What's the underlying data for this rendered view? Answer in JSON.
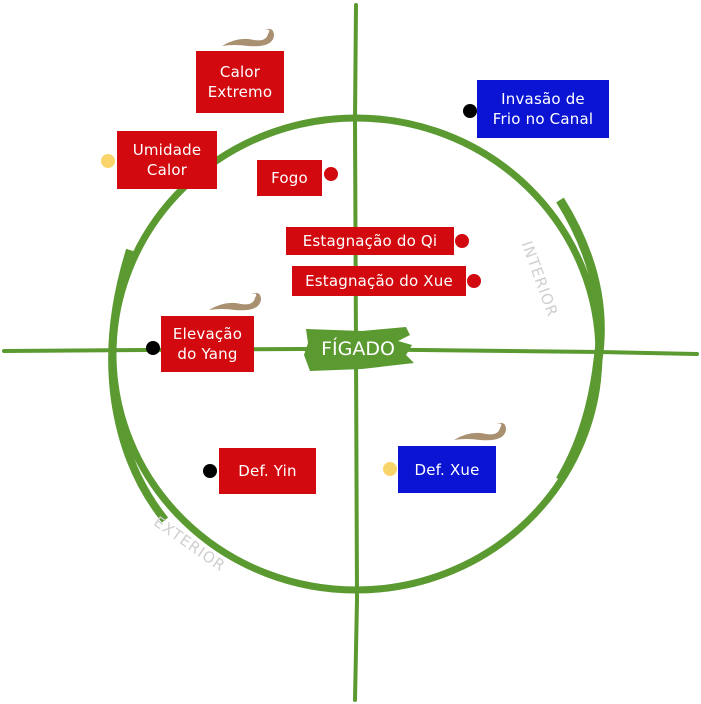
{
  "center": {
    "label": "FÍGADO",
    "color": "#5a9a30"
  },
  "axes": {
    "interior_label": "INTERIOR",
    "exterior_label": "EXTERIOR",
    "line_color": "#5a9a30",
    "label_color": "#cfcfcf"
  },
  "nodes": [
    {
      "id": "calor-extremo",
      "lines": [
        "Calor",
        "Extremo"
      ],
      "color": "red",
      "dot": "none",
      "wind_icon": true
    },
    {
      "id": "umidade-calor",
      "lines": [
        "Umidade",
        "Calor"
      ],
      "color": "red",
      "dot": "yellow",
      "wind_icon": false
    },
    {
      "id": "fogo",
      "lines": [
        "Fogo"
      ],
      "color": "red",
      "dot": "red",
      "wind_icon": false
    },
    {
      "id": "invasao-frio",
      "lines": [
        "Invasão de",
        "Frio no Canal"
      ],
      "color": "blue",
      "dot": "black",
      "wind_icon": false
    },
    {
      "id": "estagnacao-qi",
      "lines": [
        "Estagnação do Qi"
      ],
      "color": "red",
      "dot": "red",
      "wind_icon": false
    },
    {
      "id": "estagnacao-xue",
      "lines": [
        "Estagnação do Xue"
      ],
      "color": "red",
      "dot": "red",
      "wind_icon": false
    },
    {
      "id": "elevacao-yang",
      "lines": [
        "Elevação",
        "do Yang"
      ],
      "color": "red",
      "dot": "black",
      "wind_icon": true
    },
    {
      "id": "def-yin",
      "lines": [
        "Def. Yin"
      ],
      "color": "red",
      "dot": "black",
      "wind_icon": false
    },
    {
      "id": "def-xue",
      "lines": [
        "Def. Xue"
      ],
      "color": "blue",
      "dot": "yellow",
      "wind_icon": true
    }
  ],
  "colors": {
    "red": "#d20a0f",
    "blue": "#0a14d2",
    "yellow_dot": "#f9d46a",
    "black_dot": "#000000",
    "wind": "#a89070"
  }
}
